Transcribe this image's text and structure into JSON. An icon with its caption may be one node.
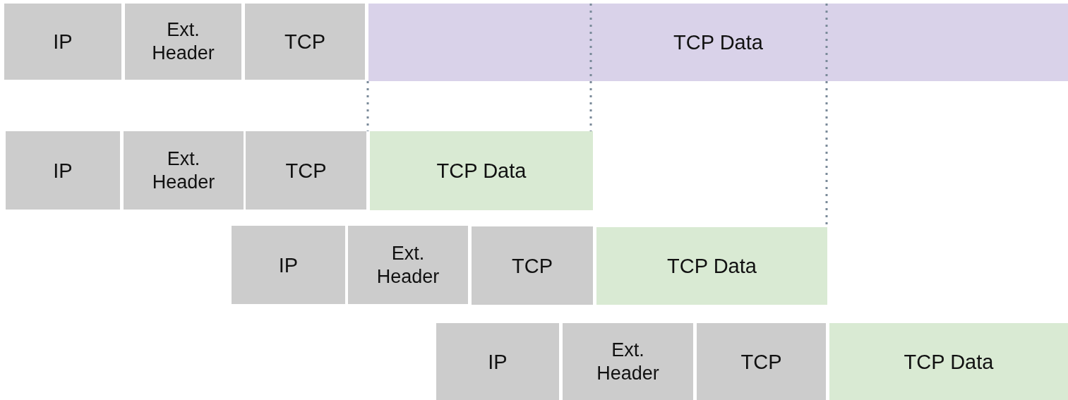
{
  "diagram": {
    "nodes": [
      {
        "text": [
          "IP"
        ]
      },
      {
        "text": [
          "Ext. Header"
        ]
      },
      {
        "text": [
          "TCP"
        ]
      },
      {
        "text": [
          "TCP Data"
        ]
      },
      {
        "text": [
          "IP"
        ]
      },
      {
        "text": [
          "Ext. Header"
        ]
      },
      {
        "text": [
          "TCP"
        ]
      },
      {
        "text": [
          "TCP Data"
        ]
      },
      {
        "text": [
          "IP"
        ]
      },
      {
        "text": [
          "Ext. Header"
        ]
      },
      {
        "text": [
          "TCP"
        ]
      },
      {
        "text": [
          "TCP Data"
        ]
      },
      {
        "text": [
          "IP"
        ]
      },
      {
        "text": [
          "Ext. Header"
        ]
      },
      {
        "text": [
          "TCP"
        ]
      },
      {
        "text": [
          "TCP Data"
        ]
      }
    ]
  }
}
